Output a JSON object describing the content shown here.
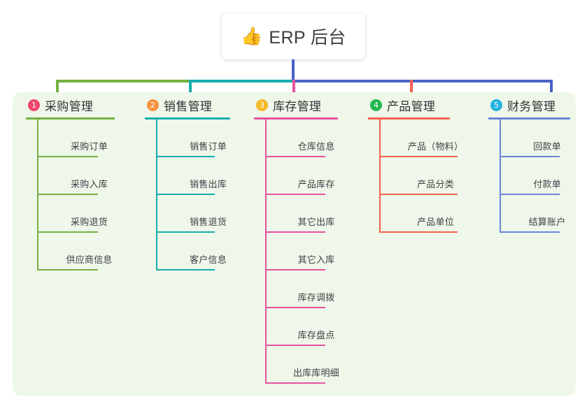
{
  "root": {
    "icon": "thumbs-up-icon",
    "emoji": "👍",
    "title": "ERP 后台"
  },
  "palette": {
    "panel_bg": "#eef7e9",
    "page_bg": "#ffffff",
    "bus_green": "#76b043",
    "bus_teal": "#17adad",
    "bus_blue": "#4a63c8",
    "title_text": "#3c3c41"
  },
  "columns": [
    {
      "index": "1",
      "title": "采购管理",
      "badge_color": "#f0476b",
      "accent": "#76b043",
      "items": [
        "采购订单",
        "采购入库",
        "采购退货",
        "供应商信息"
      ]
    },
    {
      "index": "2",
      "title": "销售管理",
      "badge_color": "#f5923e",
      "accent": "#17adad",
      "items": [
        "销售订单",
        "销售出库",
        "销售退货",
        "客户信息"
      ]
    },
    {
      "index": "3",
      "title": "库存管理",
      "badge_color": "#f5b925",
      "accent": "#e8519f",
      "items": [
        "仓库信息",
        "产品库存",
        "其它出库",
        "其它入库",
        "库存调拨",
        "库存盘点",
        "出库库明细"
      ]
    },
    {
      "index": "4",
      "title": "产品管理",
      "badge_color": "#23b84f",
      "accent": "#f9604f",
      "items": [
        "产品（物料）",
        "产品分类",
        "产品单位"
      ]
    },
    {
      "index": "5",
      "title": "财务管理",
      "badge_color": "#24b3e0",
      "accent": "#6a85d8",
      "items": [
        "回款单",
        "付款单",
        "结算账户"
      ]
    }
  ]
}
